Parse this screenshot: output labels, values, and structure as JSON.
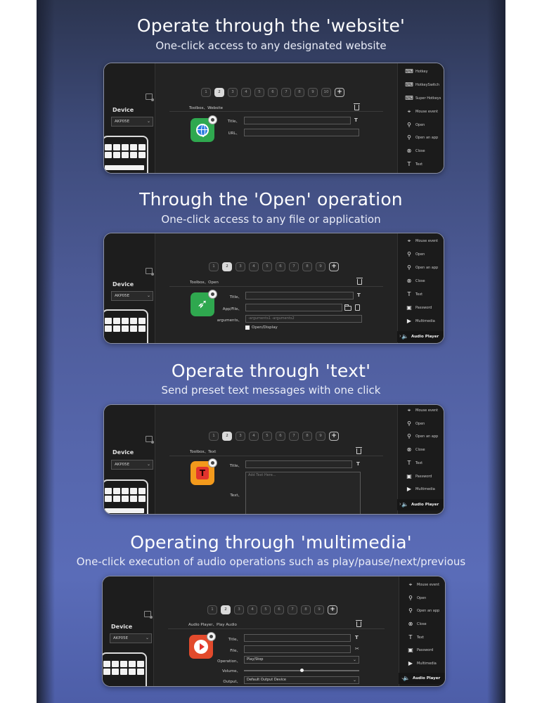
{
  "sections": [
    {
      "heading": "Operate through the 'website'",
      "subheading": "One-click access to any designated website",
      "device_label": "Device",
      "device_value": "AKP05E",
      "pages": [
        "1",
        "2",
        "3",
        "4",
        "5",
        "6",
        "7",
        "8",
        "9",
        "10"
      ],
      "active_page": "2",
      "toolbox_title": "Toolbox、Website",
      "fields": [
        {
          "label": "Title、",
          "value": ""
        },
        {
          "label": "URL、",
          "value": ""
        }
      ],
      "side_items": [
        {
          "icon": "keyboard-icon",
          "glyph": "⌨",
          "label": "Hotkey"
        },
        {
          "icon": "keyboard-icon",
          "glyph": "⌨",
          "label": "HotkeySwitch"
        },
        {
          "icon": "keyboard-icon",
          "glyph": "⌨",
          "label": "Super Hotkeys"
        },
        {
          "icon": "mouse-icon",
          "glyph": "⌖",
          "label": "Mouse event"
        },
        {
          "icon": "search-icon",
          "glyph": "⚲",
          "label": "Open"
        },
        {
          "icon": "search-icon",
          "glyph": "⚲",
          "label": "Open an app"
        },
        {
          "icon": "close-circle-icon",
          "glyph": "⊗",
          "label": "Close"
        },
        {
          "icon": "text-icon",
          "glyph": "T",
          "label": "Text"
        }
      ]
    },
    {
      "heading": "Through the 'Open' operation",
      "subheading": "One-click access to any file or application",
      "device_label": "Device",
      "device_value": "AKP05E",
      "pages": [
        "1",
        "2",
        "3",
        "4",
        "5",
        "6",
        "7",
        "8",
        "9"
      ],
      "active_page": "2",
      "toolbox_title": "Toolbox、Open",
      "fields": [
        {
          "label": "Title、",
          "value": ""
        },
        {
          "label": "App/File、",
          "value": ""
        },
        {
          "label": "arguments、",
          "value": "-arguments1 -arguments2"
        }
      ],
      "checkbox_label": "Open/Display",
      "side_items": [
        {
          "icon": "mouse-icon",
          "glyph": "⌖",
          "label": "Mouse event"
        },
        {
          "icon": "search-icon",
          "glyph": "⚲",
          "label": "Open"
        },
        {
          "icon": "search-icon",
          "glyph": "⚲",
          "label": "Open an app"
        },
        {
          "icon": "close-circle-icon",
          "glyph": "⊗",
          "label": "Close"
        },
        {
          "icon": "text-icon",
          "glyph": "T",
          "label": "Text"
        },
        {
          "icon": "lock-icon",
          "glyph": "▣",
          "label": "Password"
        },
        {
          "icon": "play-pause-icon",
          "glyph": "▶",
          "label": "Multimedia"
        }
      ],
      "audio_player_label": "Audio Player"
    },
    {
      "heading": "Operate through 'text'",
      "subheading": "Send preset text messages with one click",
      "device_label": "Device",
      "device_value": "AKP05E",
      "pages": [
        "1",
        "2",
        "3",
        "4",
        "5",
        "6",
        "7",
        "8",
        "9"
      ],
      "active_page": "2",
      "toolbox_title": "Toolbox、Text",
      "fields": [
        {
          "label": "Title、",
          "value": ""
        },
        {
          "label": "Text、",
          "value": "Add Text Here..."
        }
      ],
      "side_items": [
        {
          "icon": "mouse-icon",
          "glyph": "⌖",
          "label": "Mouse event"
        },
        {
          "icon": "search-icon",
          "glyph": "⚲",
          "label": "Open"
        },
        {
          "icon": "search-icon",
          "glyph": "⚲",
          "label": "Open an app"
        },
        {
          "icon": "close-circle-icon",
          "glyph": "⊗",
          "label": "Close"
        },
        {
          "icon": "text-icon",
          "glyph": "T",
          "label": "Text"
        },
        {
          "icon": "lock-icon",
          "glyph": "▣",
          "label": "Password"
        },
        {
          "icon": "play-pause-icon",
          "glyph": "▶",
          "label": "Multimedia"
        }
      ],
      "audio_player_label": "Audio Player"
    },
    {
      "heading": "Operating through 'multimedia'",
      "subheading": "One-click execution of audio operations such as play/pause/next/previous",
      "device_label": "Device",
      "device_value": "AKP05E",
      "pages": [
        "1",
        "2",
        "3",
        "4",
        "5",
        "6",
        "7",
        "8",
        "9"
      ],
      "active_page": "2",
      "toolbox_title": "Audio Player、Play Audio",
      "fields": [
        {
          "label": "Title、",
          "value": ""
        },
        {
          "label": "File、",
          "value": ""
        },
        {
          "label": "Operation、",
          "value": "Play/Stop"
        },
        {
          "label": "Volume、",
          "value": ""
        },
        {
          "label": "Output、",
          "value": "Default Output Device"
        }
      ],
      "volume_level": 0.5,
      "side_items": [
        {
          "icon": "mouse-icon",
          "glyph": "⌖",
          "label": "Mouse event"
        },
        {
          "icon": "search-icon",
          "glyph": "⚲",
          "label": "Open"
        },
        {
          "icon": "search-icon",
          "glyph": "⚲",
          "label": "Open an app"
        },
        {
          "icon": "close-circle-icon",
          "glyph": "⊗",
          "label": "Close"
        },
        {
          "icon": "text-icon",
          "glyph": "T",
          "label": "Text"
        },
        {
          "icon": "lock-icon",
          "glyph": "▣",
          "label": "Password"
        },
        {
          "icon": "play-pause-icon",
          "glyph": "▶",
          "label": "Multimedia"
        }
      ],
      "audio_player_label": "Audio Player"
    }
  ],
  "icons": {
    "plus": "+",
    "chevron_down": "⌄",
    "chevron_right": "›",
    "speaker": "🔈",
    "title_tool": "T",
    "clip": "✂"
  },
  "colors": {
    "website_icon_bg": "#2fa84f",
    "open_icon_bg": "#2fa84f",
    "text_icon_bg": "#f39a1c",
    "multimedia_icon_bg": "#e24a2c"
  }
}
